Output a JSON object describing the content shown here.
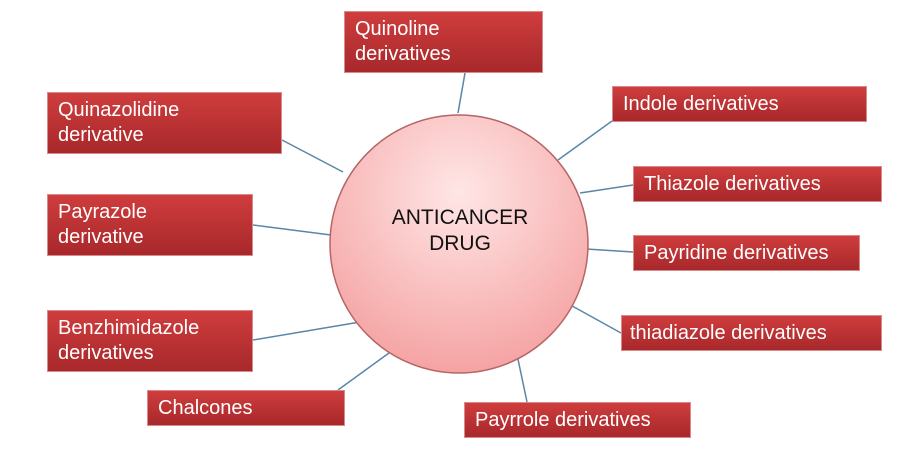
{
  "center": {
    "line1": "ANTICANCER",
    "line2": "DRUG"
  },
  "nodes": [
    {
      "id": "quinoline",
      "line1": "Quinoline",
      "line2": "derivatives"
    },
    {
      "id": "quinazolidine",
      "line1": "Quinazolidine",
      "line2": "derivative"
    },
    {
      "id": "indole",
      "line1": "Indole derivatives"
    },
    {
      "id": "thiazole",
      "line1": "Thiazole derivatives"
    },
    {
      "id": "payrazole",
      "line1": "Payrazole",
      "line2": "derivative"
    },
    {
      "id": "payridine",
      "line1": "Payridine derivatives"
    },
    {
      "id": "benzhimidazole",
      "line1": "Benzhimidazole",
      "line2": "derivatives"
    },
    {
      "id": "thiadiazole",
      "line1": "thiadiazole derivatives"
    },
    {
      "id": "chalcones",
      "line1": "Chalcones"
    },
    {
      "id": "payrrole",
      "line1": "Payrrole derivatives"
    }
  ],
  "colors": {
    "box": "#bb3033",
    "circle": "#f8c0c0",
    "connector": "#5a86a8"
  }
}
